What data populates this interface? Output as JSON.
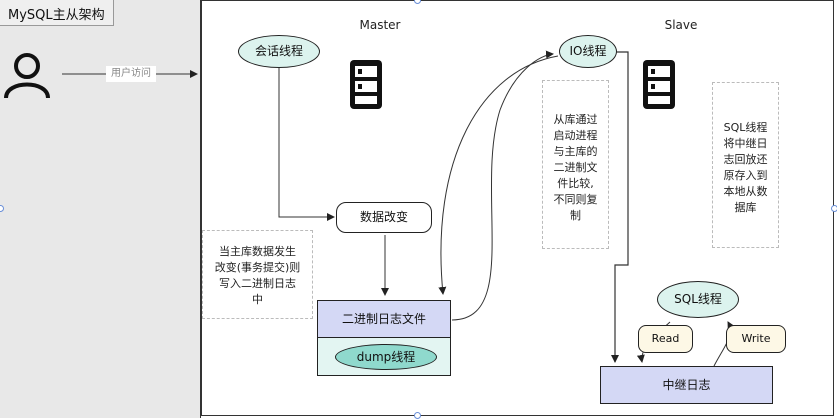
{
  "diagram": {
    "title": "MySQL主从架构",
    "edge_label": "用户访问",
    "master_label": "Master",
    "slave_label": "Slave",
    "session_thread": "会话线程",
    "data_change": "数据改变",
    "binlog_note": "当主库数据发生\n改变(事务提交)则\n写入二进制日志\n中",
    "binlog_file": "二进制日志文件",
    "dump_thread": "dump线程",
    "io_thread": "IO线程",
    "io_note": "从库通过\n启动进程\n与主库的\n二进制文\n件比较,\n不同则复\n制",
    "sql_note": "SQL线程\n将中继日\n志回放还\n原存入到\n本地从数\n据库",
    "sql_thread": "SQL线程",
    "read_label": "Read",
    "write_label": "Write",
    "relay_log": "中继日志"
  },
  "colors": {
    "panel_bg": "#e8e8e8",
    "ellipse_fill": "#dcf3ee",
    "binlog_fill": "#d4d8f5",
    "dump_area_fill": "#e3f5f2",
    "dump_fill": "#8fd9cd",
    "relay_fill": "#d4d8f5",
    "note_fill": "#fdf8e6"
  },
  "icons": {
    "user": "user-icon",
    "server": "server-icon"
  }
}
